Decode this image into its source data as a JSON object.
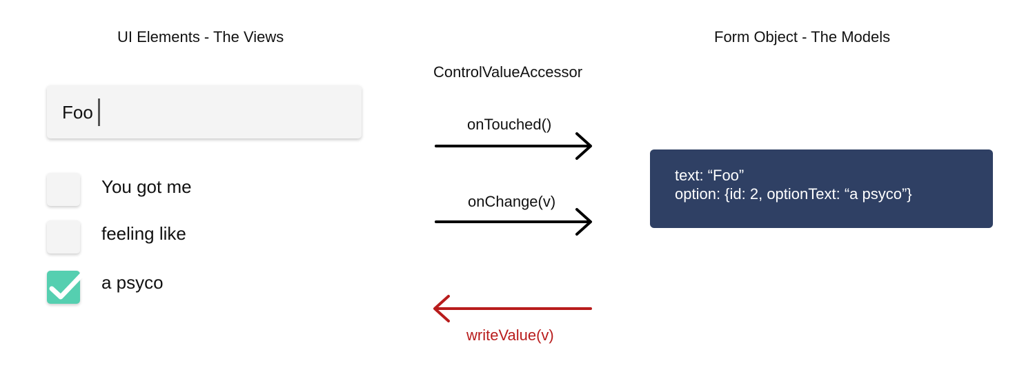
{
  "headings": {
    "views": "UI Elements - The Views",
    "models": "Form Object - The Models",
    "accessor": "ControlValueAccessor"
  },
  "text_input": {
    "value": "Foo"
  },
  "options": [
    {
      "label": "You got me",
      "checked": false
    },
    {
      "label": "feeling like",
      "checked": false
    },
    {
      "label": "a psyco",
      "checked": true
    }
  ],
  "arrows": {
    "on_touched": {
      "label": "onTouched()",
      "direction": "right",
      "color": "#000000"
    },
    "on_change": {
      "label": "onChange(v)",
      "direction": "right",
      "color": "#000000"
    },
    "write_value": {
      "label": "writeValue(v)",
      "direction": "left",
      "color": "#b81c1c"
    }
  },
  "model": {
    "line1": "text: “Foo”",
    "line2": "option: {id: 2, optionText: “a psyco”}",
    "background": "#2f4064"
  },
  "colors": {
    "checkbox_checked": "#55cfb0",
    "checkbox_empty": "#f4f4f4"
  }
}
